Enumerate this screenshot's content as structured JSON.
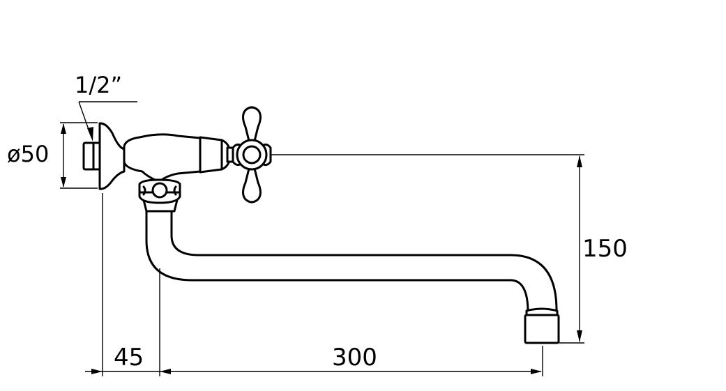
{
  "drawing": {
    "dimensions": {
      "thread": "1/2”",
      "flange_diameter": "ø50",
      "wall_to_spout": "45",
      "spout_reach": "300",
      "spout_height": "150"
    }
  }
}
